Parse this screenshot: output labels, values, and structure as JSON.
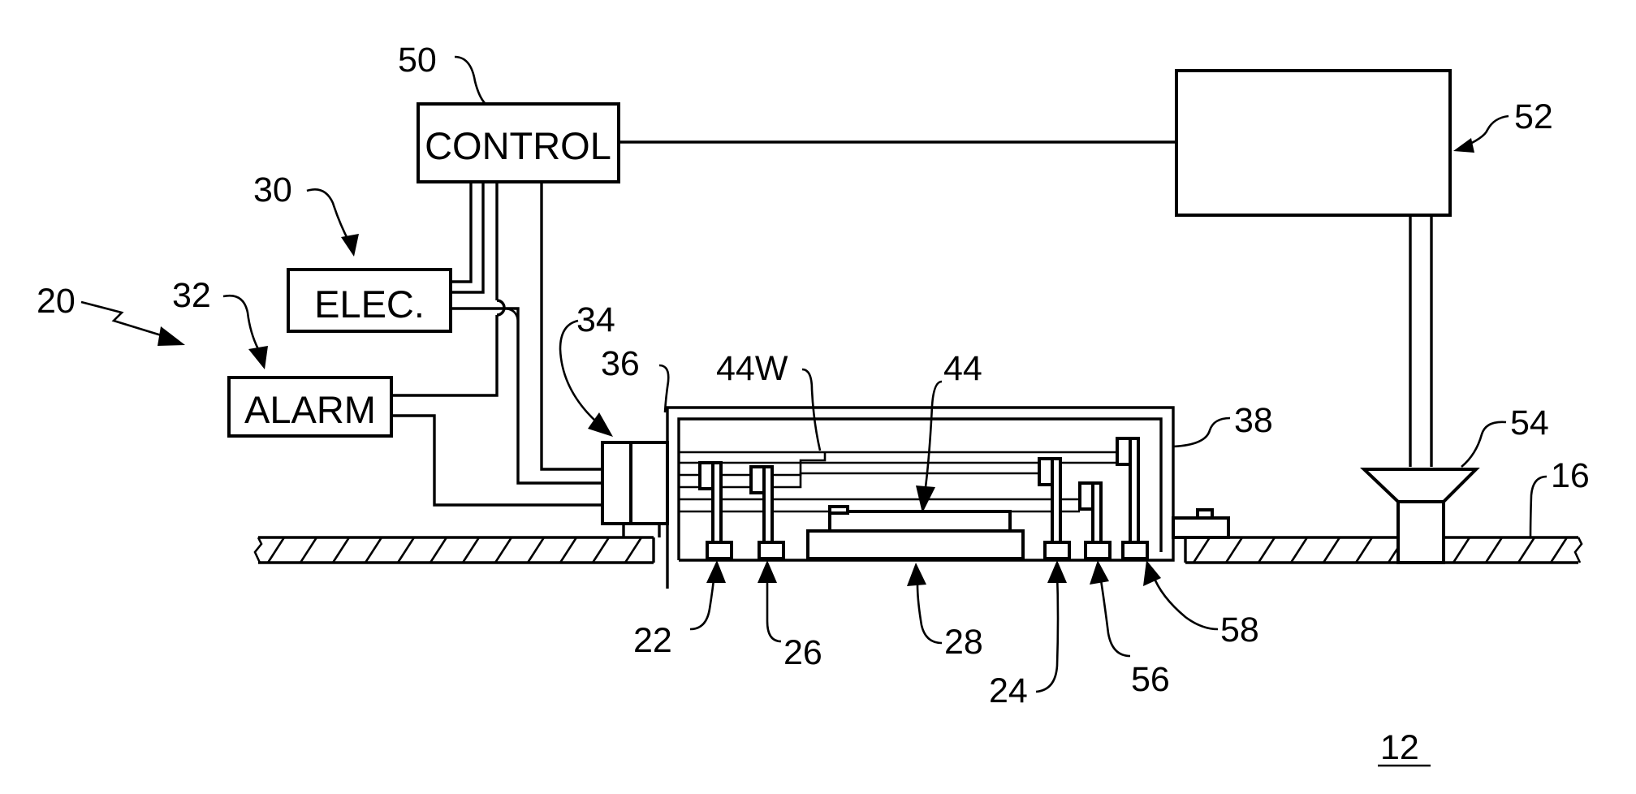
{
  "boxes": {
    "control": "CONTROL",
    "elec": "ELEC.",
    "alarm": "ALARM"
  },
  "labels": {
    "n50": "50",
    "n52": "52",
    "n30": "30",
    "n20": "20",
    "n32": "32",
    "n34": "34",
    "n36": "36",
    "n44w": "44W",
    "n44": "44",
    "n38": "38",
    "n54": "54",
    "n16": "16",
    "n22": "22",
    "n26": "26",
    "n28": "28",
    "n24": "24",
    "n56": "56",
    "n58": "58",
    "n12": "12"
  }
}
